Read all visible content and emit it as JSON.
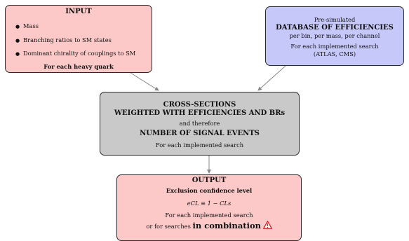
{
  "input": {
    "title": "INPUT",
    "items": [
      "Mass",
      "Branching ratios to SM states",
      "Dominant chirality of couplings to SM"
    ],
    "footer": "For each heavy quark"
  },
  "database": {
    "line1": "Pre-simulated",
    "title": "DATABASE OF EFFICIENCIES",
    "line3": "per bin, per mass, per channel",
    "line4": "For each implemented search",
    "line5": "(ATLAS, CMS)"
  },
  "cross_sections": {
    "title1": "CROSS-SECTIONS",
    "title2": "WEIGHTED WITH EFFICIENCIES AND BRs",
    "middle": "and therefore",
    "title3": "NUMBER OF SIGNAL EVENTS",
    "footer": "For each implemented search"
  },
  "output": {
    "title": "OUTPUT",
    "subtitle": "Exclusion confidence level",
    "formula": "eCL ≡ 1 − CLs",
    "line1": "For each implemented search",
    "line2_prefix": "or for searches",
    "line2_bold": "in combination",
    "warning_icon_color": "#d62222"
  }
}
